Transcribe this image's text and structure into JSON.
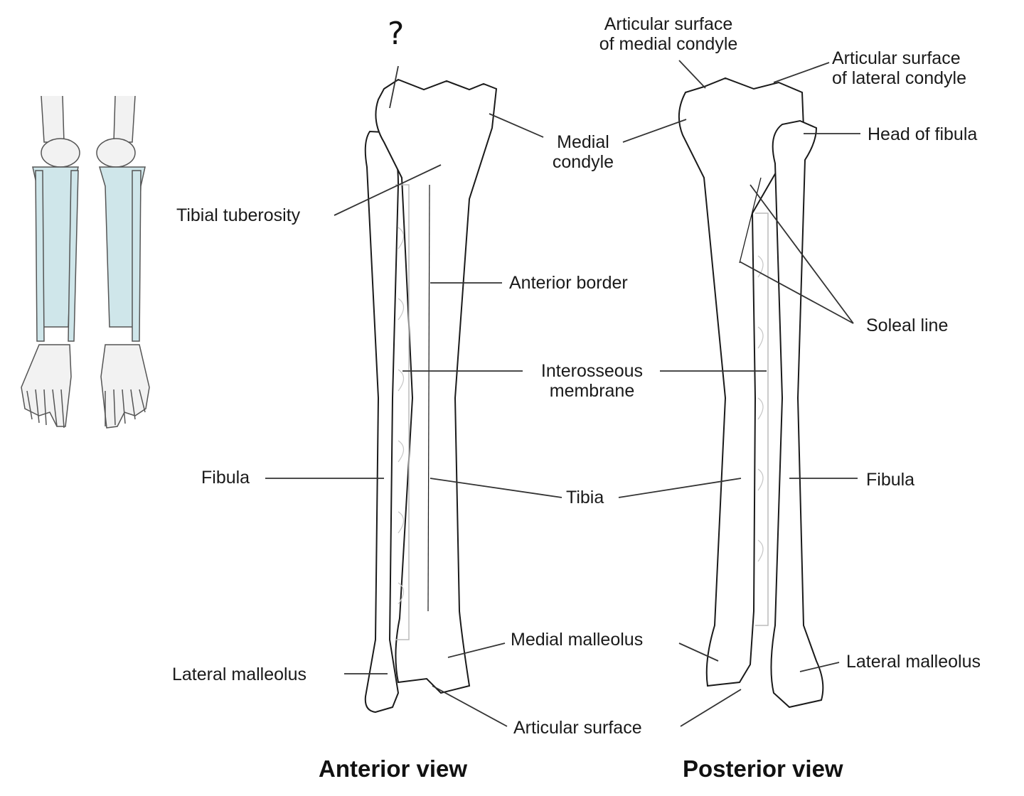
{
  "question_mark": "?",
  "labels": {
    "articular_surface_medial_condyle": "Articular surface\nof medial condyle",
    "articular_surface_lateral_condyle": "Articular surface\nof lateral condyle",
    "head_of_fibula": "Head of fibula",
    "medial_condyle": "Medial\ncondyle",
    "tibial_tuberosity": "Tibial tuberosity",
    "anterior_border": "Anterior border",
    "soleal_line": "Soleal line",
    "interosseous_membrane": "Interosseous\nmembrane",
    "fibula_left": "Fibula",
    "fibula_right": "Fibula",
    "tibia": "Tibia",
    "medial_malleolus": "Medial malleolus",
    "lateral_malleolus_left": "Lateral malleolus",
    "lateral_malleolus_right": "Lateral malleolus",
    "articular_surface": "Articular surface"
  },
  "views": {
    "anterior": "Anterior view",
    "posterior": "Posterior view"
  },
  "colors": {
    "bone_outline": "#1a1a1a",
    "bone_fill": "#ffffff",
    "membrane": "#b9b9b9",
    "highlight_blue": "#cfe6ea",
    "leader_line": "#333333"
  }
}
